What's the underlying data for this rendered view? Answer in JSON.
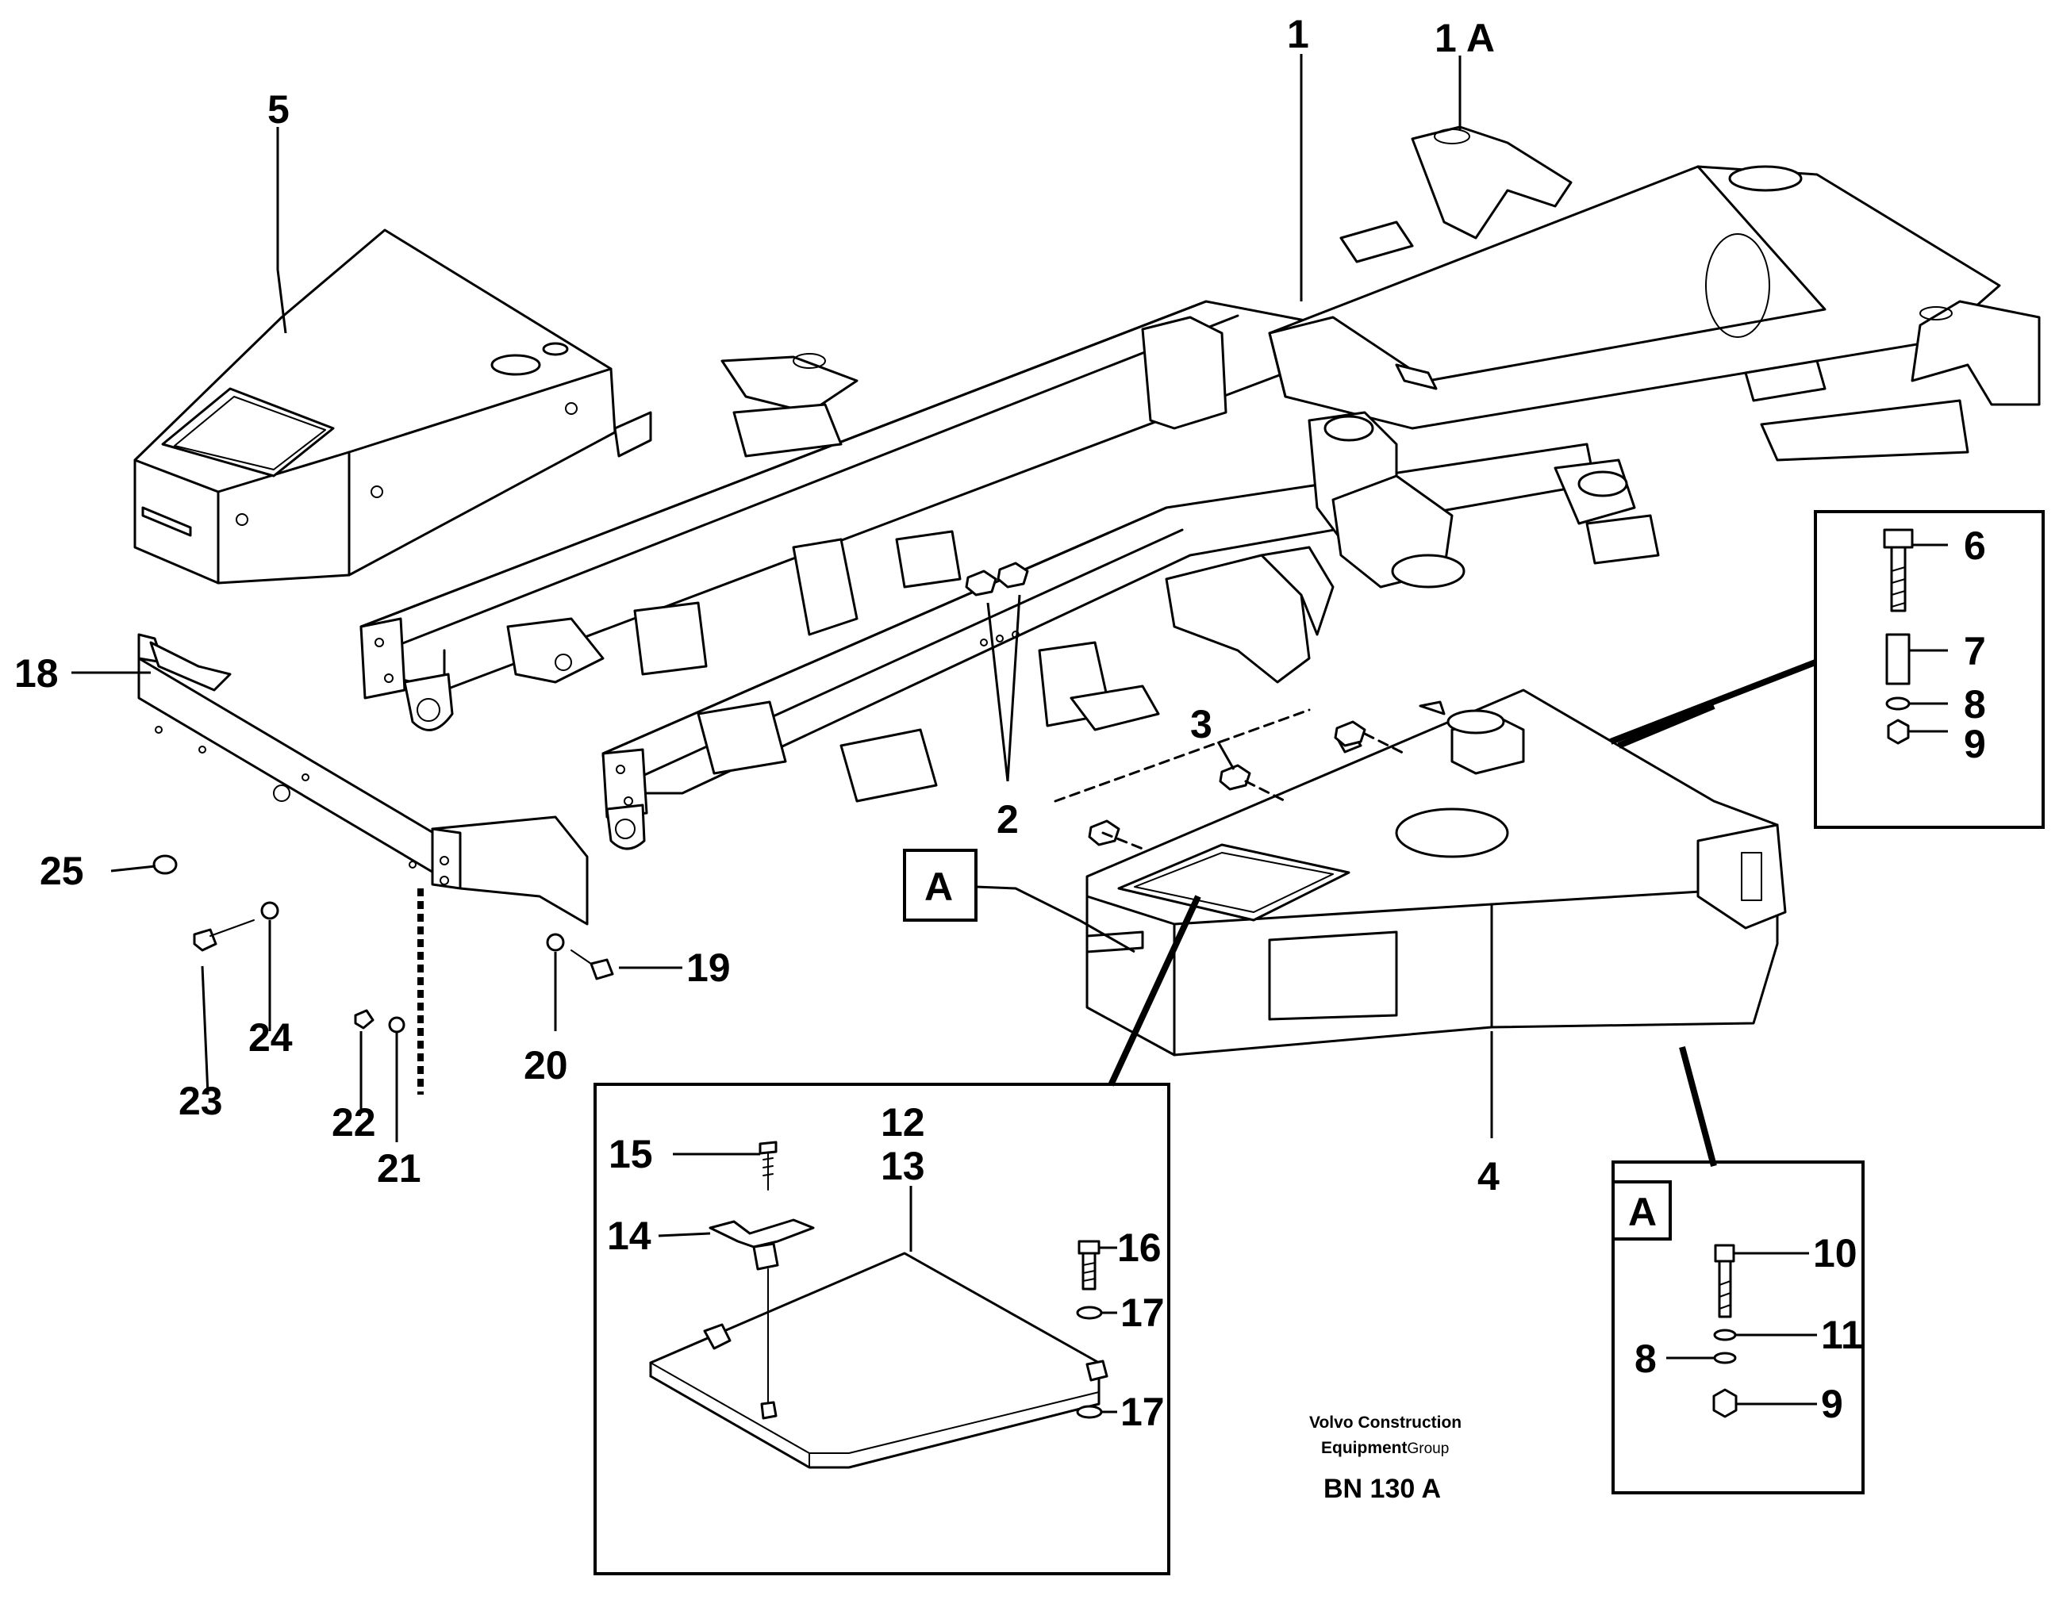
{
  "diagram": {
    "callouts": {
      "c1": "1",
      "c1a": "1 A",
      "c2": "2",
      "c3": "3",
      "c4": "4",
      "c5": "5",
      "c6": "6",
      "c7": "7",
      "c8a": "8",
      "c9a": "9",
      "c10": "10",
      "c11": "11",
      "c8b": "8",
      "c9b": "9",
      "c12": "12",
      "c13": "13",
      "c14": "14",
      "c15": "15",
      "c16": "16",
      "c17a": "17",
      "c17b": "17",
      "c18": "18",
      "c19": "19",
      "c20": "20",
      "c21": "21",
      "c22": "22",
      "c23": "23",
      "c24": "24",
      "c25": "25"
    },
    "detail_labels": {
      "a_main": "A",
      "a_detail": "A"
    },
    "credit": {
      "line1": "Volvo Construction",
      "line2_bold": "Equipment",
      "line2_normal": "Group",
      "ref": "BN 130  A"
    }
  }
}
